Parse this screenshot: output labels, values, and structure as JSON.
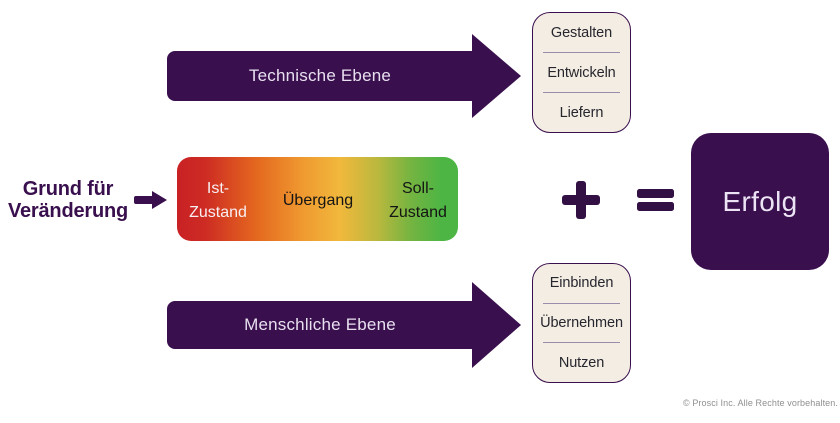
{
  "reason": {
    "label": "Grund für\nVeränderung"
  },
  "levels": {
    "technical_label": "Technische Ebene",
    "human_label": "Menschliche Ebene"
  },
  "states": {
    "current": "Ist-\nZustand",
    "transition": "Übergang",
    "target": "Soll-\nZustand"
  },
  "technical_outcomes": {
    "items": [
      "Gestalten",
      "Entwickeln",
      "Liefern"
    ]
  },
  "human_outcomes": {
    "items": [
      "Einbinden",
      "Übernehmen",
      "Nutzen"
    ]
  },
  "operators": {
    "plus": "+",
    "equals": "="
  },
  "result": {
    "label": "Erfolg"
  },
  "footer": {
    "copyright": "© Prosci Inc. Alle Rechte vorbehalten."
  },
  "colors": {
    "brand_purple": "#390f4e",
    "operator_purple": "#331043",
    "box_cream": "#f4ede3",
    "divider": "#9c8cab",
    "gradient_red": "#c92125",
    "gradient_orange": "#ef9a30",
    "gradient_yellow": "#f1b83c",
    "gradient_green": "#4db544",
    "light_text": "#e8e0ef",
    "copyright_gray": "#8f8f8f"
  }
}
